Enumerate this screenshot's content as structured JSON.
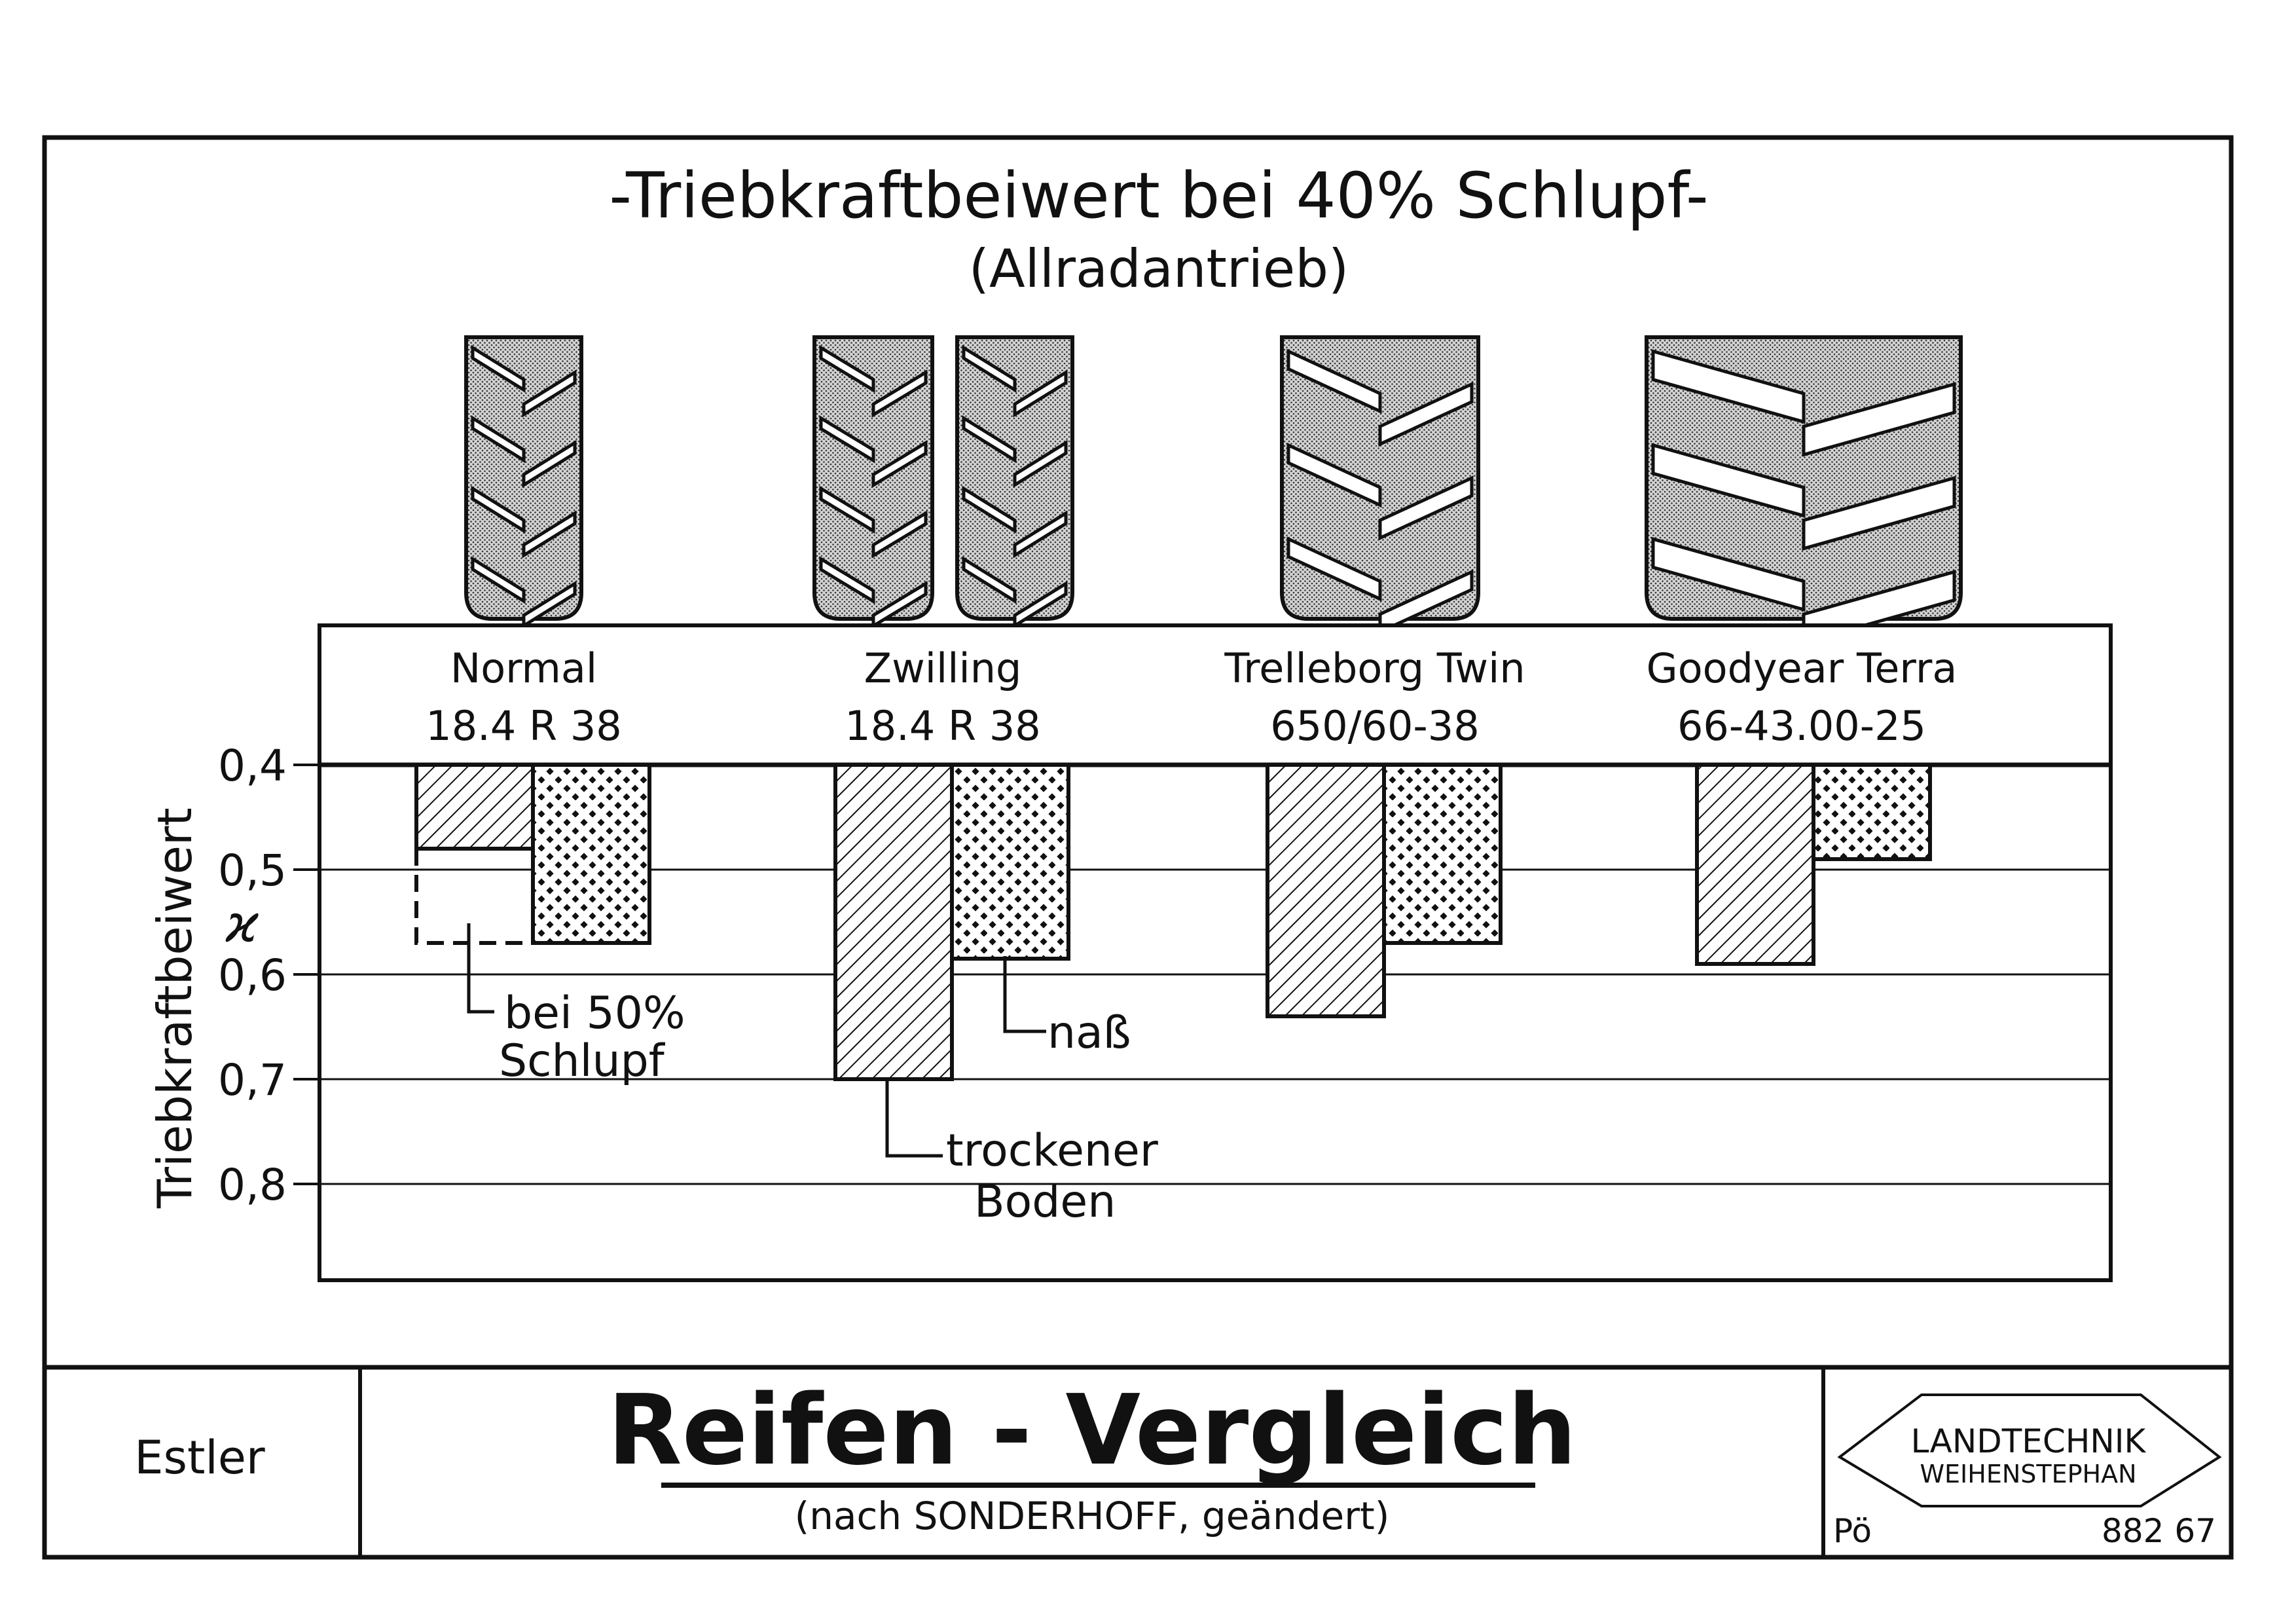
{
  "chart_data": {
    "type": "bar",
    "title": "-Triebkraftbeiwert bei 40% Schlupf-",
    "subtitle": "(Allradantrieb)",
    "ylabel": "Triebkraftbeiwert",
    "ysymbol": "ϰ",
    "yticks": [
      "0,4",
      "0,5",
      "0,6",
      "0,7",
      "0,8"
    ],
    "ylim": [
      0.4,
      0.9
    ],
    "y_direction": "down",
    "categories": [
      {
        "name": "Normal",
        "size": "18.4 R 38",
        "tread": "narrow",
        "tires": 1
      },
      {
        "name": "Zwilling",
        "size": "18.4 R 38",
        "tread": "narrow",
        "tires": 2
      },
      {
        "name": "Trelleborg Twin",
        "size": "650/60-38",
        "tread": "medium",
        "tires": 1
      },
      {
        "name": "Goodyear Terra",
        "size": "66-43.00-25",
        "tread": "wide",
        "tires": 1
      }
    ],
    "series": [
      {
        "name": "trockener Boden",
        "pattern": "hatch",
        "values": [
          0.48,
          0.7,
          0.64,
          0.59
        ]
      },
      {
        "name": "naß",
        "pattern": "dots",
        "values": [
          0.57,
          0.585,
          0.57,
          0.49
        ]
      }
    ],
    "extra": {
      "label": "bei 50% Schlupf",
      "category": 0,
      "series": 0,
      "value": 0.57
    },
    "annotations": {
      "bei50_line1": "bei 50%",
      "bei50_line2": "Schlupf",
      "nass": "naß",
      "trocken_line1": "trockener",
      "trocken_line2": "Boden"
    }
  },
  "footer": {
    "author": "Estler",
    "main_title": "Reifen - Vergleich",
    "subtitle": "(nach SONDERHOFF, geändert)",
    "logo_line1": "LANDTECHNIK",
    "logo_line2": "WEIHENSTEPHAN",
    "initials": "Pö",
    "number": "882 67"
  }
}
